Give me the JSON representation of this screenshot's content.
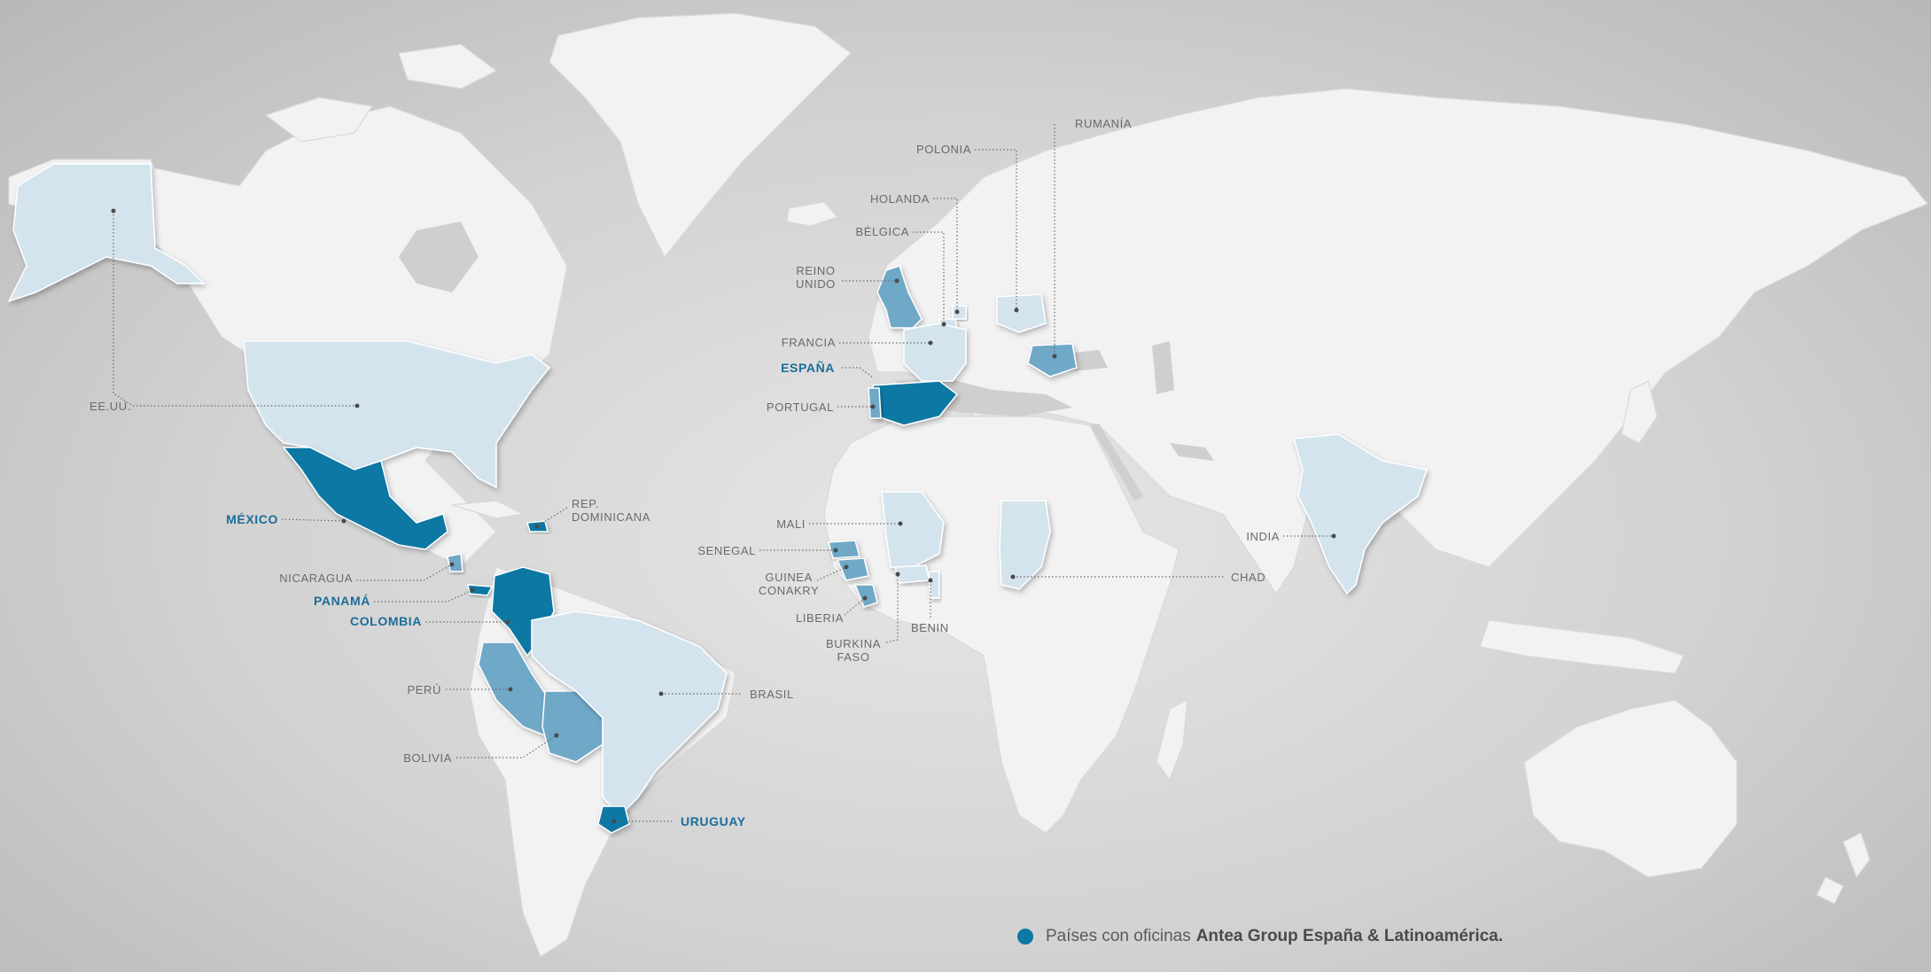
{
  "colors": {
    "office_dark": "#0f78a4",
    "office_mid": "#6fa8c8",
    "office_light": "#d4e4ef",
    "land": "#f2f2f2",
    "background": "#d2d2d2"
  },
  "countries": {
    "eeuu": "EE.UU.",
    "mexico": "MÉXICO",
    "rep_dominicana": "REP.\nDOMINICANA",
    "nicaragua": "NICARAGUA",
    "panama": "PANAMÁ",
    "colombia": "COLOMBIA",
    "peru": "PERÚ",
    "bolivia": "BOLIVIA",
    "brasil": "BRASIL",
    "uruguay": "URUGUAY",
    "polonia": "POLONIA",
    "rumania": "RUMANÍA",
    "holanda": "HOLANDA",
    "belgica": "BÉLGICA",
    "reino_unido": "REINO\nUNIDO",
    "francia": "FRANCIA",
    "espana": "ESPAÑA",
    "portugal": "PORTUGAL",
    "mali": "MALI",
    "senegal": "SENEGAL",
    "guinea_conakry": "GUINEA\nCONAKRY",
    "liberia": "LIBERIA",
    "burkina_faso": "BURKINA\nFASO",
    "benin": "BENIN",
    "chad": "CHAD",
    "india": "INDIA"
  },
  "legend": {
    "text": "Países con oficinas",
    "bold": "Antea Group España & Latinoamérica."
  }
}
